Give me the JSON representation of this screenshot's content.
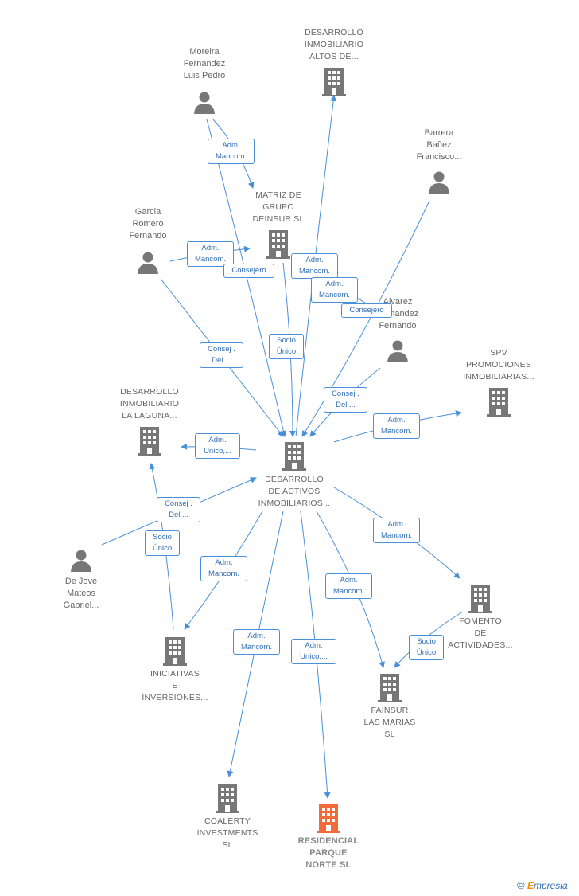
{
  "nodes": {
    "center": {
      "label": "DESARROLLO\nDE ACTIVOS\nINMOBILIARIOS...",
      "kind": "company"
    },
    "desarrollo_altos": {
      "label": "DESARROLLO\nINMOBILIARIO\nALTOS DE...",
      "kind": "company"
    },
    "moreira": {
      "label": "Moreira\nFernandez\nLuis Pedro",
      "kind": "person"
    },
    "matriz": {
      "label": "MATRIZ DE\nGRUPO\nDEINSUR  SL",
      "kind": "company"
    },
    "barrera": {
      "label": "Barrera\nBañez\nFrancisco...",
      "kind": "person"
    },
    "garcia": {
      "label": "Garcia\nRomero\nFernando",
      "kind": "person"
    },
    "alvarez": {
      "label": "Alvarez\nFernandez\nFernando",
      "kind": "person"
    },
    "spv": {
      "label": "SPV\nPROMOCIONES\nINMOBILIARIAS...",
      "kind": "company"
    },
    "laguna": {
      "label": "DESARROLLO\nINMOBILIARIO\nLA LAGUNA...",
      "kind": "company"
    },
    "dejove": {
      "label": "De Jove\nMateos\nGabriel...",
      "kind": "person"
    },
    "fomento": {
      "label": "FOMENTO\nDE\nACTIVIDADES...",
      "kind": "company"
    },
    "iniciativas": {
      "label": "INICIATIVAS\nE\nINVERSIONES...",
      "kind": "company"
    },
    "fainsur": {
      "label": "FAINSUR\nLAS MARIAS\nSL",
      "kind": "company"
    },
    "coalerty": {
      "label": "COALERTY\nINVESTMENTS\nSL",
      "kind": "company"
    },
    "residencial": {
      "label": "RESIDENCIAL\nPARQUE\nNORTE  SL",
      "kind": "company"
    }
  },
  "edge_labels": {
    "moreira_matriz": "Adm.\nMancom.",
    "garcia_matriz": "Adm.\nMancom.",
    "consejero_1": "Consejero",
    "center_altos": "Adm.\nMancom.",
    "barrera_center": "Adm.\nMancom.",
    "consejero_2": "Consejero",
    "matriz_center": "Socio\nÚnico",
    "garcia_center": "Consej .\nDel....",
    "alvarez_center": "Consej .\nDel....",
    "center_spv": "Adm.\nMancom.",
    "center_laguna": "Adm.\nUnico,...",
    "dejove_center": "Consej .\nDel....",
    "iniciativas_laguna": "Socio\nÚnico",
    "center_iniciativas": "Adm.\nMancom.",
    "center_fomento": "Adm.\nMancom.",
    "center_fainsur": "Adm.\nMancom.",
    "fomento_fainsur": "Socio\nÚnico",
    "center_coalerty": "Adm.\nMancom.",
    "center_residencial": "Adm.\nUnico,..."
  },
  "colors": {
    "edge": "#4a90d9",
    "icon": "#777777",
    "focus_icon": "#f26b3a"
  },
  "brand": {
    "copyright": "©",
    "name_first": "E",
    "name_rest": "mpresia"
  }
}
